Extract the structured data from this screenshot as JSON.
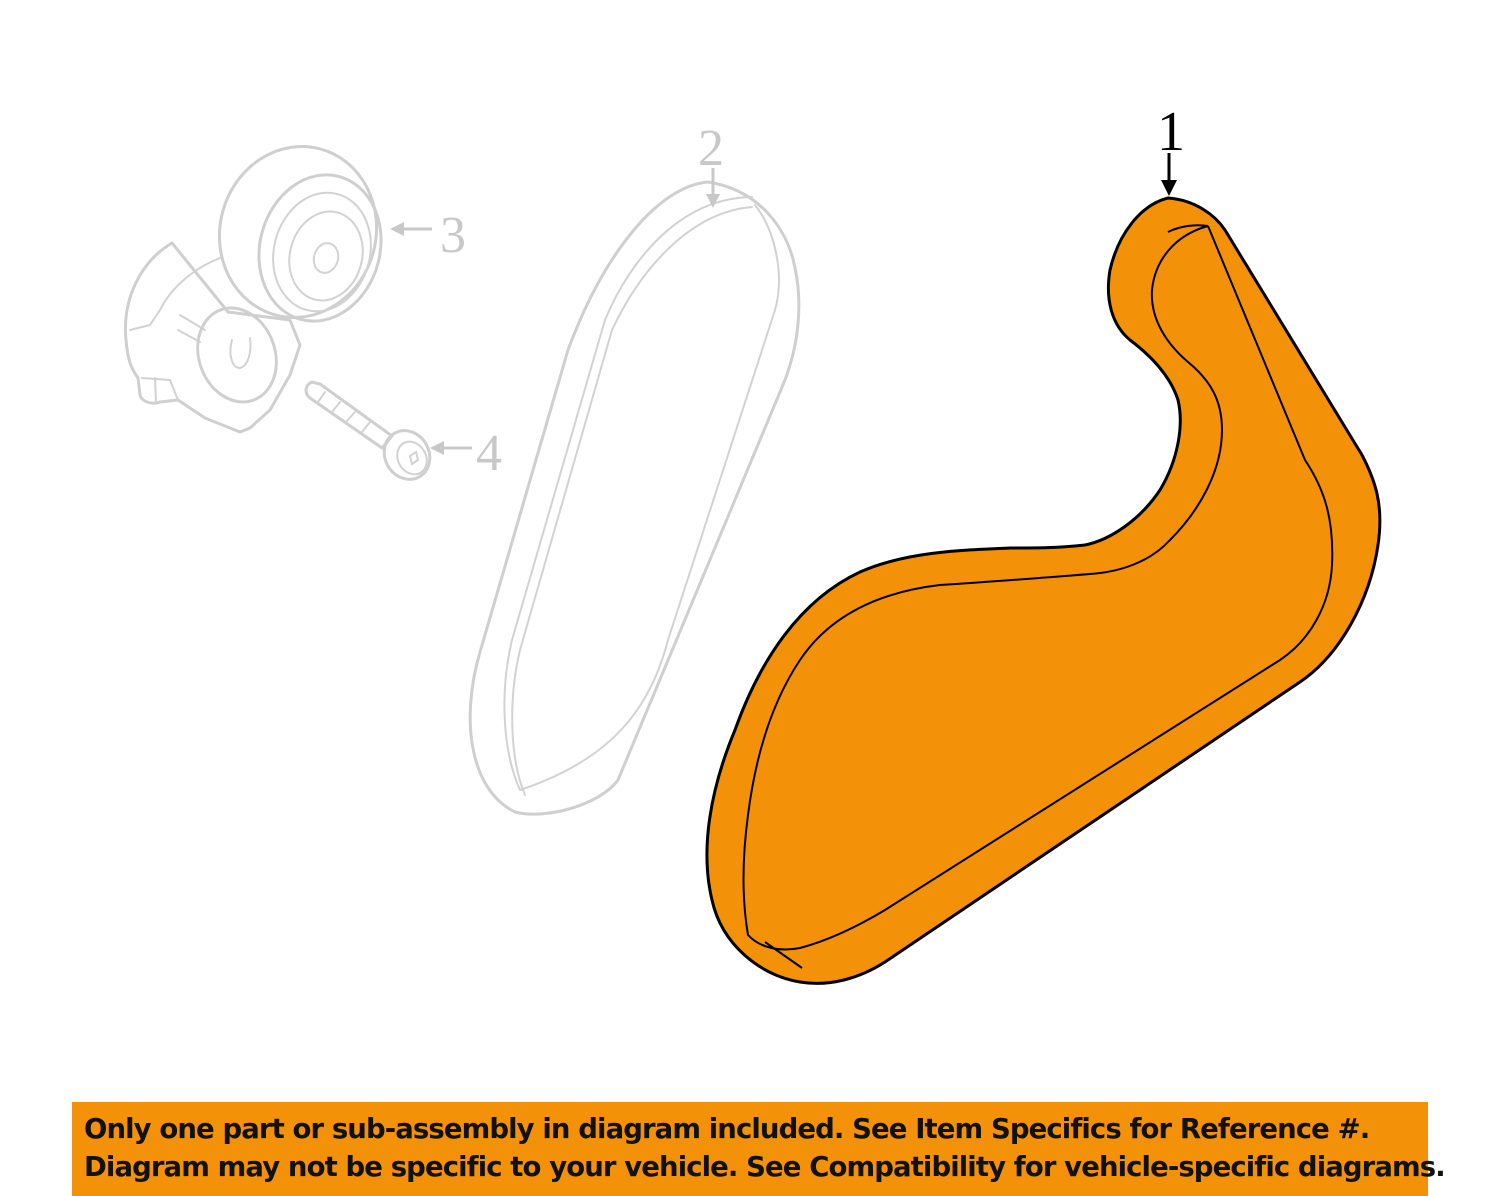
{
  "diagram": {
    "title": "Serpentine belt parts diagram",
    "highlight_color": "#f39208",
    "faded_color": "#c8c8c8",
    "parts": [
      {
        "callout": "1",
        "name": "serpentine-belt",
        "highlighted": true
      },
      {
        "callout": "2",
        "name": "secondary-belt",
        "highlighted": false
      },
      {
        "callout": "3",
        "name": "belt-tensioner",
        "highlighted": false
      },
      {
        "callout": "4",
        "name": "tensioner-bolt",
        "highlighted": false
      }
    ]
  },
  "disclaimer": {
    "background": "#f39208",
    "line1": "Only one part or sub-assembly in diagram included. See Item Specifics for Reference #.",
    "line2": "Diagram may not be specific to your vehicle. See Compatibility for vehicle-specific diagrams."
  }
}
